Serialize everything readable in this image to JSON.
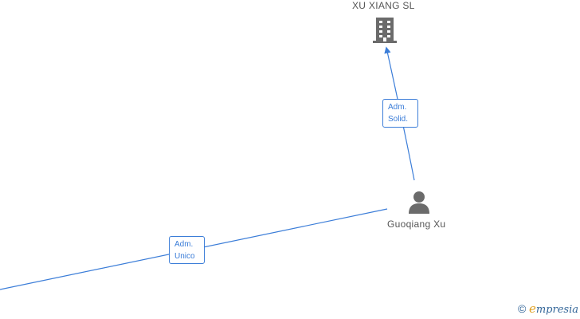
{
  "nodes": {
    "company": {
      "name": "XU XIANG  SL"
    },
    "person": {
      "name": "Guoqiang Xu"
    }
  },
  "edges": {
    "person_to_company": {
      "line1": "Adm.",
      "line2": "Solid."
    },
    "offscreen_to_person": {
      "line1": "Adm.",
      "line2": "Unico"
    }
  },
  "footer": {
    "copyright_symbol": "©",
    "brand_initial": "e",
    "brand_rest": "mpresia"
  },
  "colors": {
    "edge": "#3b7dd8",
    "icon": "#6b6b6b"
  },
  "icons": {
    "company": "building-icon",
    "person": "person-icon"
  }
}
